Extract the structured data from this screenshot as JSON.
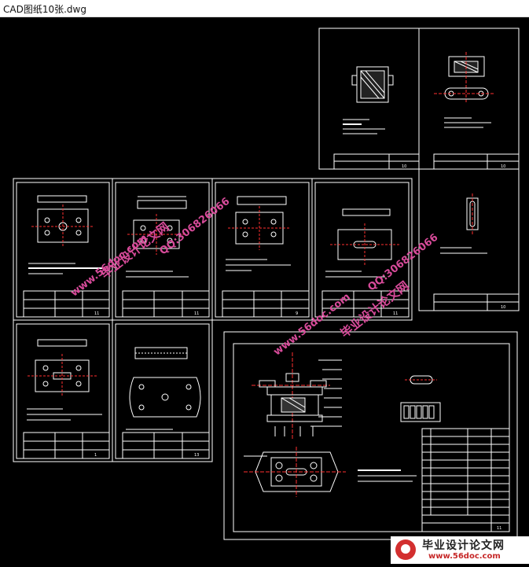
{
  "window": {
    "title": "CAD图纸10张.dwg"
  },
  "sheets": {
    "sheet1": {
      "number": "11"
    },
    "sheet2": {
      "number": "11"
    },
    "sheet3": {
      "number": "9"
    },
    "sheet4": {
      "number": "11"
    },
    "sheet5": {
      "number": "1"
    },
    "sheet6": {
      "number": "13"
    },
    "top_left": {
      "number": "10"
    },
    "top_right": {
      "number": "10"
    },
    "right_mid": {
      "number": "10"
    },
    "assembly": {
      "number": "11"
    }
  },
  "watermarks": {
    "site": "www.56doc.com",
    "title": "毕业设计论文网",
    "qq": "QQ:306826066"
  },
  "footer_logo": {
    "text": "毕业设计论文网",
    "url": "www.56doc.com"
  },
  "colors": {
    "background": "#000000",
    "lines": "#ffffff",
    "centerline": "#ff3030",
    "watermark": "#d84b9a"
  }
}
